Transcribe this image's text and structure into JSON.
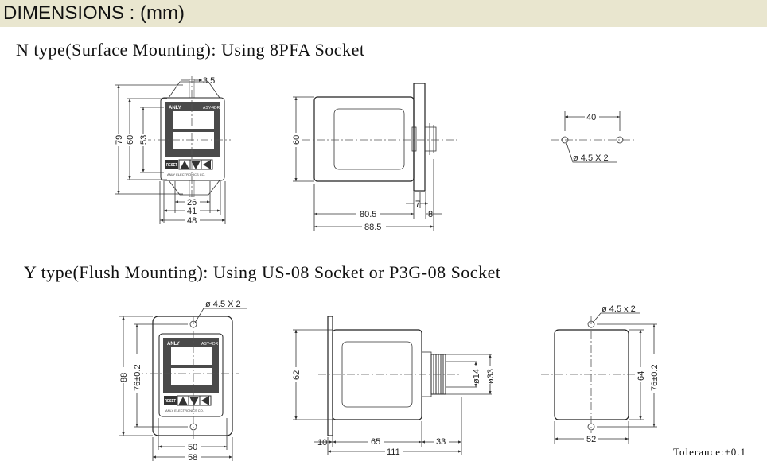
{
  "header": {
    "title": "DIMENSIONS : (mm)"
  },
  "n_type": {
    "title": "N type(Surface Mounting): Using 8PFA Socket",
    "front": {
      "dims": {
        "d79": "79",
        "d60": "60",
        "d53": "53",
        "d3_5": "3.5",
        "d26": "26",
        "d41": "41",
        "d48": "48"
      }
    },
    "side": {
      "dims": {
        "d60": "60",
        "d80_5": "80.5",
        "d7": "7",
        "d8": "8",
        "d88_5": "88.5"
      }
    },
    "holes": {
      "d40": "40",
      "hole_label": "ø 4.5  X  2"
    }
  },
  "y_type": {
    "title": "Y type(Flush Mounting): Using US-08 Socket or P3G-08 Socket",
    "front": {
      "hole_label": "ø 4.5  X  2",
      "dims": {
        "d88": "88",
        "d76": "76±0.2",
        "d50": "50",
        "d58": "58"
      }
    },
    "side": {
      "dims": {
        "d62": "62",
        "d14": "ø14",
        "d33": "ø33",
        "d10": "10",
        "d65": "65",
        "d33b": "33",
        "d111": "111"
      }
    },
    "cutout": {
      "hole_label": "ø 4.5  x  2",
      "dims": {
        "d64": "64",
        "d76": "76±0.2",
        "d52": "52"
      }
    }
  },
  "device": {
    "brand": "ANLY",
    "model": "ASY-4DR",
    "reset": "RESET",
    "maker": "ANLY ELECTRONICS CO."
  },
  "tolerance": "Tolerance:±0.1"
}
